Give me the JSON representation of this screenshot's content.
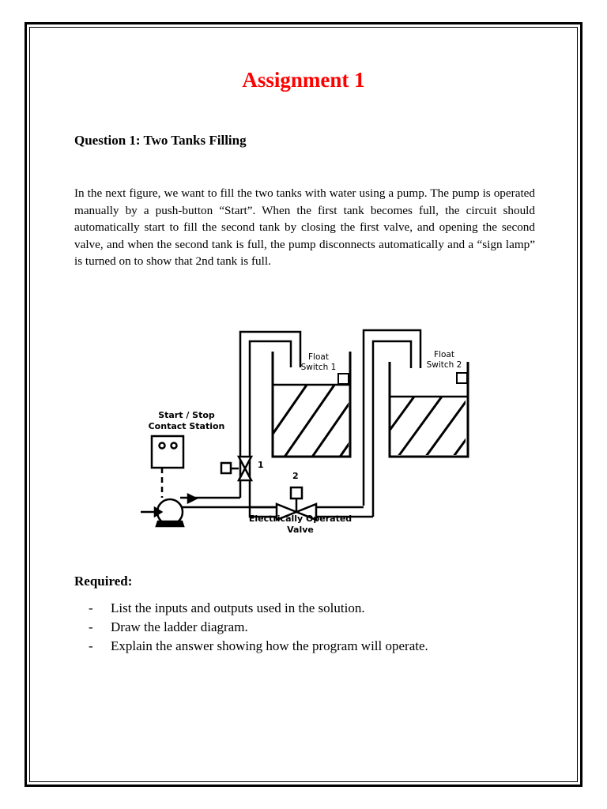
{
  "title": "Assignment 1",
  "question": "Question 1: Two Tanks Filling",
  "paragraph": "In the next figure, we want to fill the two tanks with water using a pump. The pump is operated manually by a push-button “Start”. When the first tank becomes full, the circuit should automatically start to fill the second tank by closing the first valve, and opening the second valve, and when the second tank is full, the pump disconnects automatically and a “sign lamp” is turned on to show that 2nd tank is full.",
  "figure": {
    "float_switch_1": [
      "Float",
      "Switch 1"
    ],
    "float_switch_2": [
      "Float",
      "Switch 2"
    ],
    "station": [
      "Start / Stop",
      "Contact Station"
    ],
    "valve_1_label": "1",
    "valve_2_label": "2",
    "valve_caption": [
      "Electrically Operated",
      "Valve"
    ]
  },
  "required": {
    "heading": "Required:",
    "items": [
      "List the inputs and outputs used in the solution.",
      "Draw the ladder diagram.",
      "Explain the answer showing how the program will operate."
    ]
  }
}
